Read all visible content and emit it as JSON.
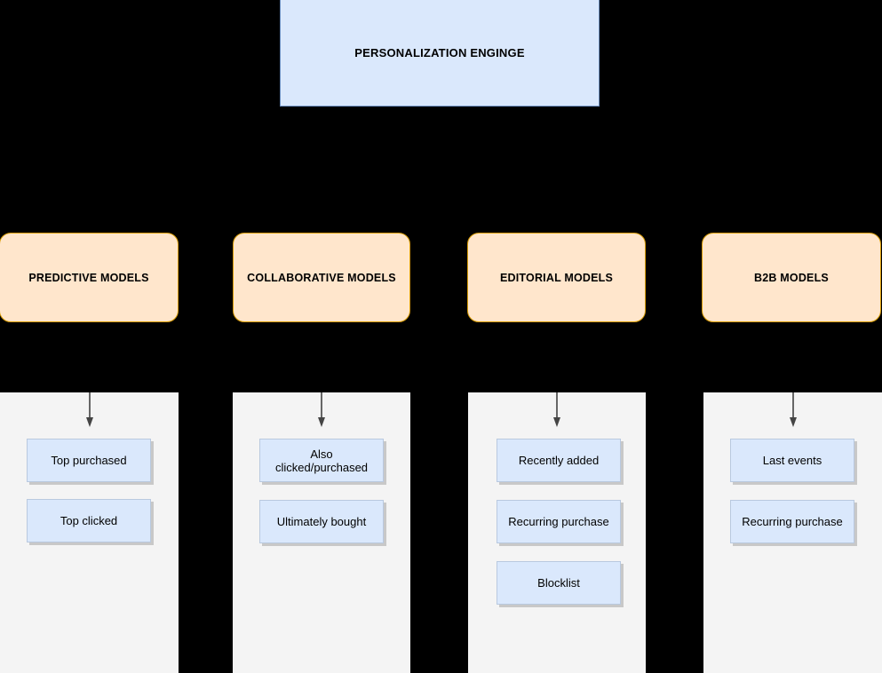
{
  "diagram": {
    "background_color": "#000000",
    "root": {
      "label": "PERSONALIZATION ENGINGE",
      "fill": "#dae8fc",
      "stroke": "#6c8ebf"
    },
    "model_fill": "#ffe6cc",
    "model_stroke": "#d79b00",
    "panel_fill": "#f4f4f4",
    "card_fill": "#dae8fc",
    "arrow_color": "#666666",
    "columns": [
      {
        "model": "PREDICTIVE MODELS",
        "items": [
          "Top purchased",
          "Top clicked"
        ]
      },
      {
        "model": "COLLABORATIVE MODELS",
        "items": [
          "Also\nclicked/purchased",
          "Ultimately bought"
        ]
      },
      {
        "model": "EDITORIAL MODELS",
        "items": [
          "Recently added",
          "Recurring purchase",
          "Blocklist"
        ]
      },
      {
        "model": "B2B MODELS",
        "items": [
          "Last events",
          "Recurring purchase"
        ]
      }
    ]
  }
}
